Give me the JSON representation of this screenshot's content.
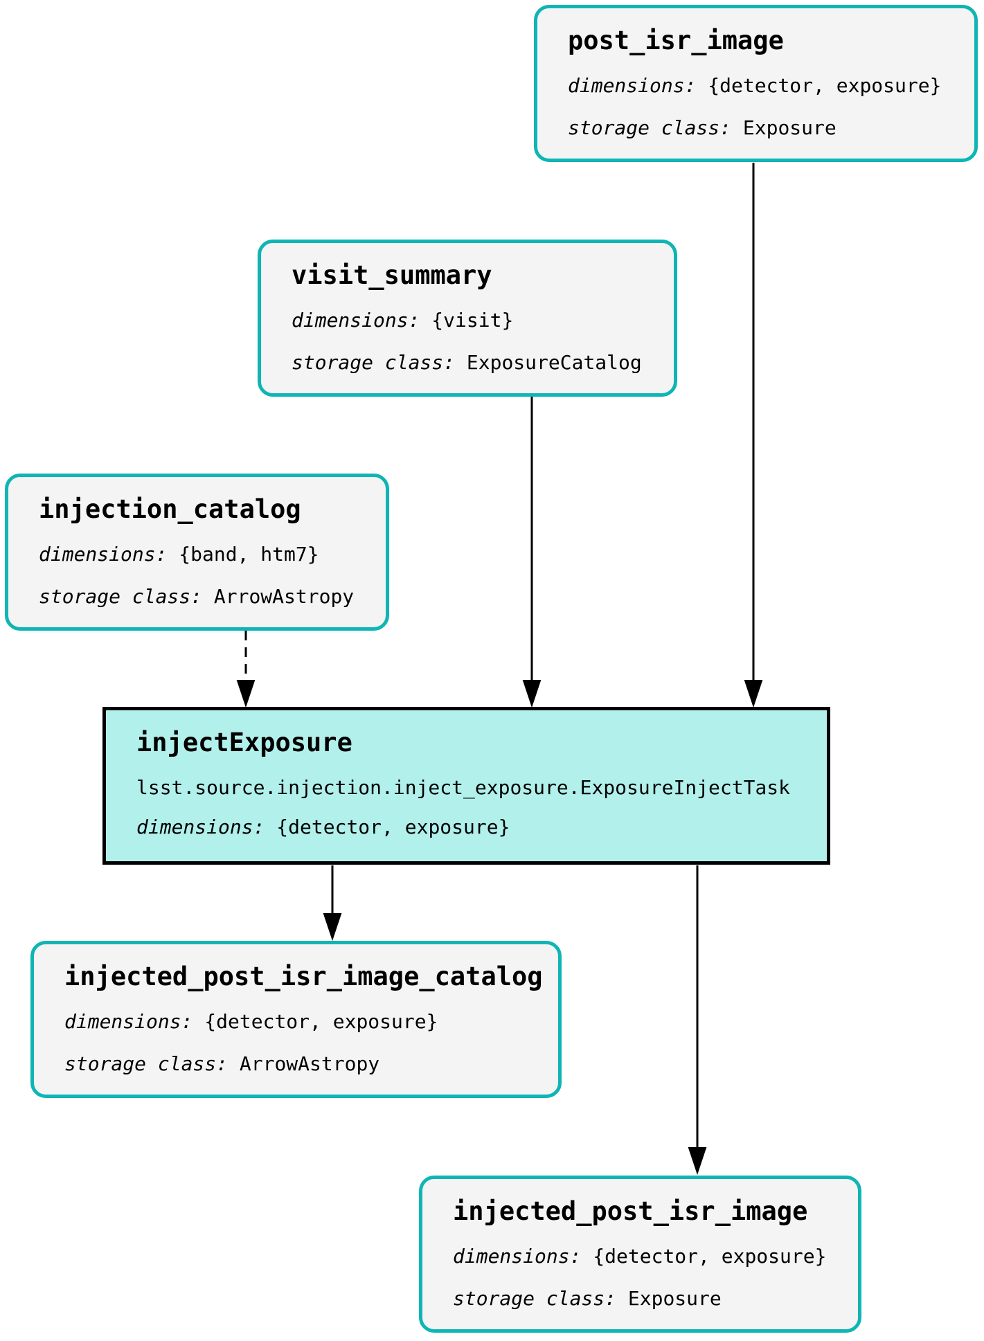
{
  "colors": {
    "dataset_border": "#0fb5b5",
    "dataset_fill": "#f4f4f4",
    "task_fill": "#b2f0ec",
    "task_border": "#000000",
    "edge": "#000000"
  },
  "nodes": {
    "post_isr_image": {
      "title": "post_isr_image",
      "dim_key": "dimensions:",
      "dim_val": "{detector, exposure}",
      "sc_key": "storage class:",
      "sc_val": "Exposure"
    },
    "visit_summary": {
      "title": "visit_summary",
      "dim_key": "dimensions:",
      "dim_val": "{visit}",
      "sc_key": "storage class:",
      "sc_val": "ExposureCatalog"
    },
    "injection_catalog": {
      "title": "injection_catalog",
      "dim_key": "dimensions:",
      "dim_val": "{band, htm7}",
      "sc_key": "storage class:",
      "sc_val": "ArrowAstropy"
    },
    "inject_exposure": {
      "title": "injectExposure",
      "task_class": "lsst.source.injection.inject_exposure.ExposureInjectTask",
      "dim_key": "dimensions:",
      "dim_val": "{detector, exposure}"
    },
    "injected_post_isr_image_catalog": {
      "title": "injected_post_isr_image_catalog",
      "dim_key": "dimensions:",
      "dim_val": "{detector, exposure}",
      "sc_key": "storage class:",
      "sc_val": "ArrowAstropy"
    },
    "injected_post_isr_image": {
      "title": "injected_post_isr_image",
      "dim_key": "dimensions:",
      "dim_val": "{detector, exposure}",
      "sc_key": "storage class:",
      "sc_val": "Exposure"
    }
  },
  "edges": [
    {
      "from": "post_isr_image",
      "to": "injectExposure",
      "style": "solid"
    },
    {
      "from": "visit_summary",
      "to": "injectExposure",
      "style": "solid"
    },
    {
      "from": "injection_catalog",
      "to": "injectExposure",
      "style": "dashed"
    },
    {
      "from": "injectExposure",
      "to": "injected_post_isr_image_catalog",
      "style": "solid"
    },
    {
      "from": "injectExposure",
      "to": "injected_post_isr_image",
      "style": "solid"
    }
  ]
}
